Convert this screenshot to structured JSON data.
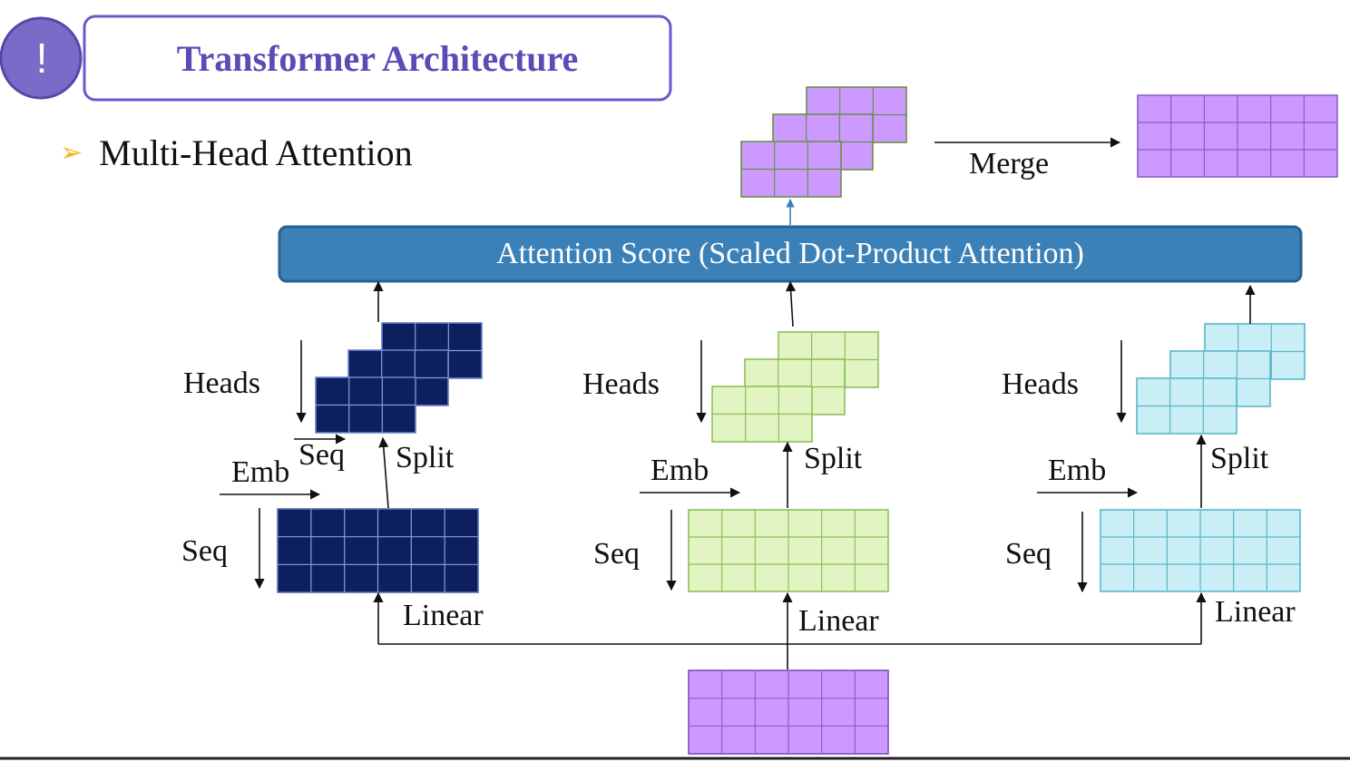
{
  "header": {
    "title": "Transformer Architecture",
    "badge_glyph": "!"
  },
  "bullet": {
    "icon": "arrow-bullet-icon",
    "text": "Multi-Head Attention"
  },
  "attention_box": {
    "label": "Attention Score (Scaled Dot-Product Attention)"
  },
  "merge": {
    "label": "Merge"
  },
  "branches": [
    {
      "heads": "Heads",
      "seq_small": "Seq",
      "split": "Split",
      "emb": "Emb",
      "seq": "Seq",
      "linear": "Linear"
    },
    {
      "heads": "Heads",
      "split": "Split",
      "emb": "Emb",
      "seq": "Seq",
      "linear": "Linear"
    },
    {
      "heads": "Heads",
      "split": "Split",
      "emb": "Emb",
      "seq": "Seq",
      "linear": "Linear"
    }
  ],
  "colors": {
    "purple_fill": "#cc99ff",
    "purple_accent": "#7b6bc8",
    "title_text": "#5b4bb7",
    "navy_fill": "#0d1f5e",
    "green_fill": "#e2f4c2",
    "cyan_fill": "#c9eef6",
    "score_fill": "#3b80b6",
    "score_border": "#2a6190",
    "bullet": "#f6b81b"
  }
}
